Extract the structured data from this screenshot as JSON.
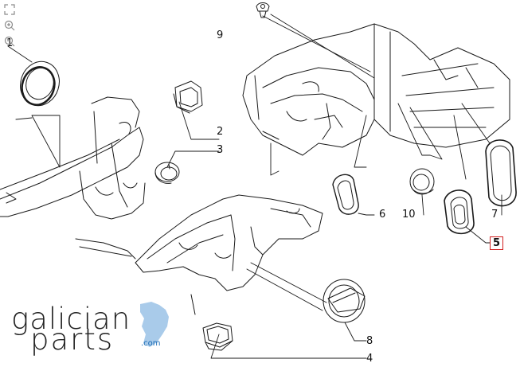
{
  "toolbar": {
    "items": [
      {
        "name": "fullscreen-icon"
      },
      {
        "name": "zoom-in-icon"
      },
      {
        "name": "zoom-out-icon"
      }
    ]
  },
  "callouts": [
    {
      "label": "1",
      "highlighted": false
    },
    {
      "label": "2",
      "highlighted": false
    },
    {
      "label": "3",
      "highlighted": false
    },
    {
      "label": "4",
      "highlighted": false
    },
    {
      "label": "5",
      "highlighted": true
    },
    {
      "label": "6",
      "highlighted": false
    },
    {
      "label": "7",
      "highlighted": false
    },
    {
      "label": "8",
      "highlighted": false
    },
    {
      "label": "9",
      "highlighted": false
    },
    {
      "label": "10",
      "highlighted": false
    }
  ],
  "logo": {
    "line1": "galician",
    "line2": "parts",
    "suffix": ".com"
  },
  "colors": {
    "highlight": "#d21f1f",
    "logo_blue": "#9cc3e6"
  }
}
